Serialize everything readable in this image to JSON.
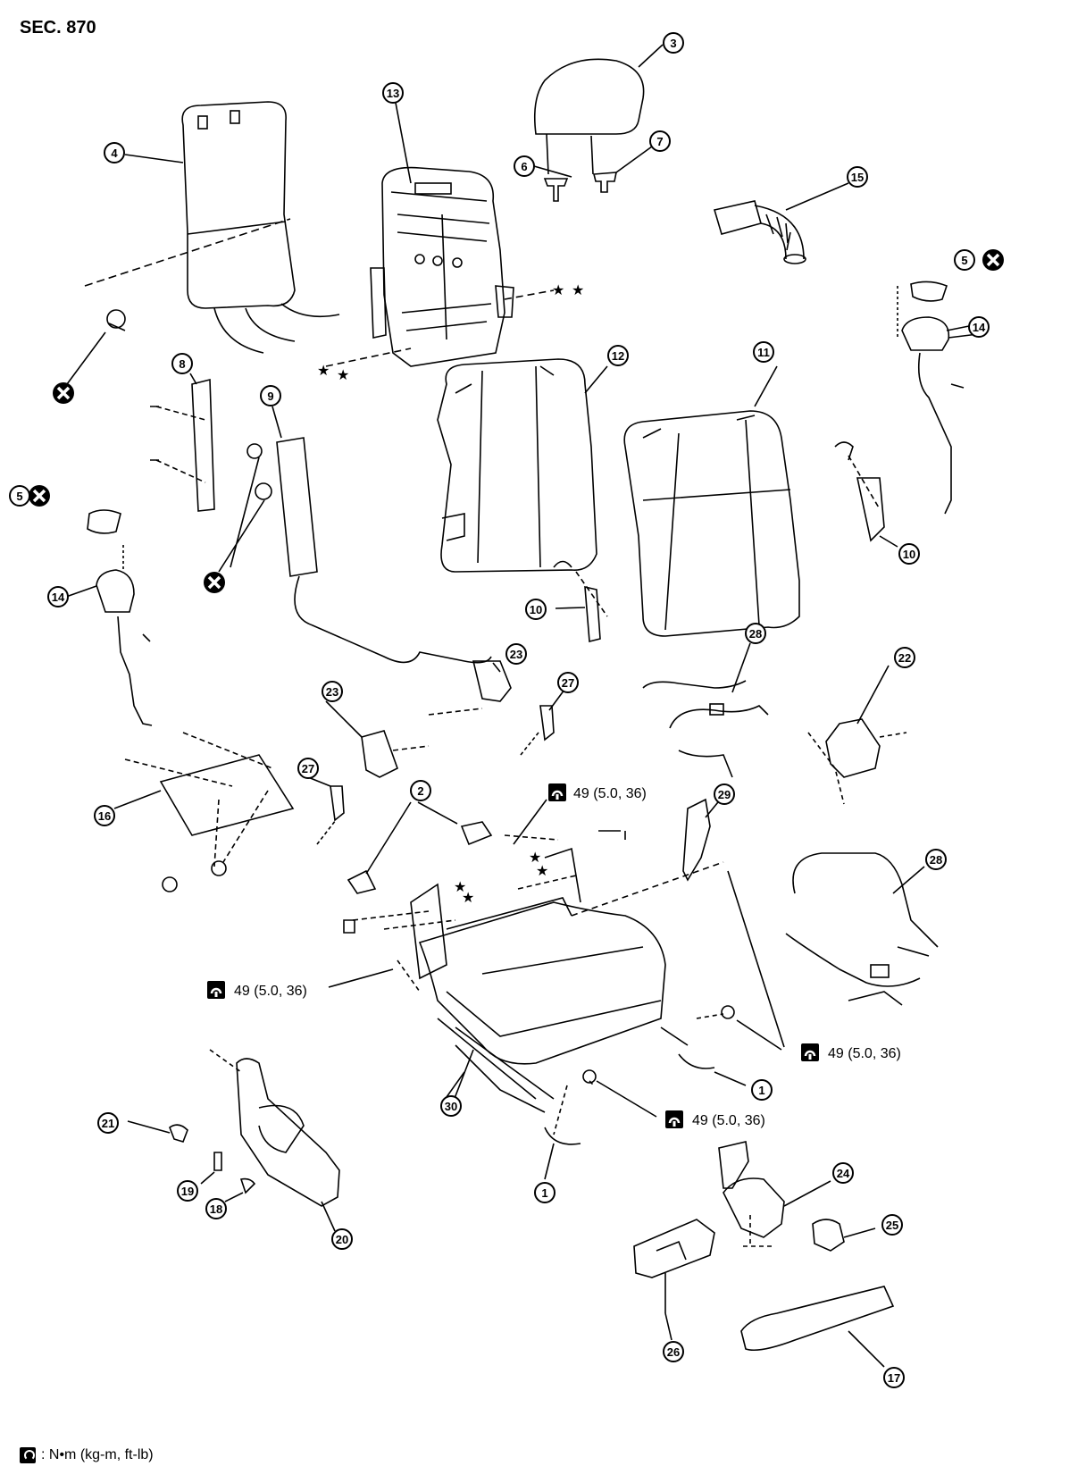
{
  "header": {
    "section": "SEC. 870"
  },
  "legend": {
    "torque_units": ": N•m (kg-m, ft-lb)"
  },
  "torque_spec": "49 (5.0, 36)",
  "callouts": {
    "c1": "1",
    "c2": "2",
    "c3": "3",
    "c4": "4",
    "c5": "5",
    "c6": "6",
    "c7": "7",
    "c8": "8",
    "c9": "9",
    "c10": "10",
    "c11": "11",
    "c12": "12",
    "c13": "13",
    "c14": "14",
    "c15": "15",
    "c16": "16",
    "c17": "17",
    "c18": "18",
    "c19": "19",
    "c20": "20",
    "c21": "21",
    "c22": "22",
    "c23": "23",
    "c24": "24",
    "c25": "25",
    "c26": "26",
    "c27": "27",
    "c28": "28",
    "c29": "29",
    "c30": "30"
  },
  "colors": {
    "ink": "#000000",
    "paper": "#ffffff"
  },
  "icons": {
    "torque": "torque-wrench-icon",
    "no_reuse": "no-reuse-x-icon",
    "star_point": "star-icon"
  }
}
